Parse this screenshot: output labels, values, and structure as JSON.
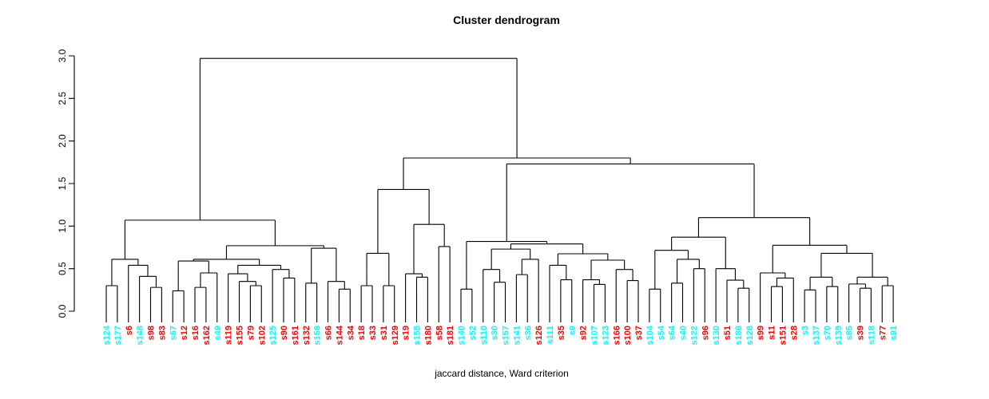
{
  "chart_data": {
    "type": "dendrogram",
    "title": "Cluster dendrogram",
    "xlabel": "jaccard distance, Ward criterion",
    "yaxis": {
      "ticks": [
        "0.0",
        "0.5",
        "1.0",
        "1.5",
        "2.0",
        "2.5",
        "3.0"
      ],
      "range": [
        0.0,
        3.0
      ]
    },
    "grid": false,
    "legend": "none",
    "colors": {
      "cluster_red": "#FF0000",
      "cluster_cyan": "#00FFFF",
      "line": "#000000"
    },
    "leaves": [
      {
        "label": "s124",
        "color": "#00FFFF"
      },
      {
        "label": "s177",
        "color": "#00FFFF"
      },
      {
        "label": "s6",
        "color": "#FF0000"
      },
      {
        "label": "s148",
        "color": "#00FFFF"
      },
      {
        "label": "s98",
        "color": "#FF0000"
      },
      {
        "label": "s83",
        "color": "#FF0000"
      },
      {
        "label": "s67",
        "color": "#00FFFF"
      },
      {
        "label": "s12",
        "color": "#FF0000"
      },
      {
        "label": "s16",
        "color": "#FF0000"
      },
      {
        "label": "s162",
        "color": "#FF0000"
      },
      {
        "label": "s49",
        "color": "#00FFFF"
      },
      {
        "label": "s119",
        "color": "#FF0000"
      },
      {
        "label": "s155",
        "color": "#FF0000"
      },
      {
        "label": "s79",
        "color": "#FF0000"
      },
      {
        "label": "s102",
        "color": "#FF0000"
      },
      {
        "label": "s125",
        "color": "#00FFFF"
      },
      {
        "label": "s90",
        "color": "#FF0000"
      },
      {
        "label": "s161",
        "color": "#FF0000"
      },
      {
        "label": "s132",
        "color": "#FF0000"
      },
      {
        "label": "s159",
        "color": "#00FFFF"
      },
      {
        "label": "s66",
        "color": "#FF0000"
      },
      {
        "label": "s144",
        "color": "#FF0000"
      },
      {
        "label": "s34",
        "color": "#FF0000"
      },
      {
        "label": "s18",
        "color": "#FF0000"
      },
      {
        "label": "s33",
        "color": "#FF0000"
      },
      {
        "label": "s31",
        "color": "#FF0000"
      },
      {
        "label": "s129",
        "color": "#FF0000"
      },
      {
        "label": "s19",
        "color": "#FF0000"
      },
      {
        "label": "s158",
        "color": "#00FFFF"
      },
      {
        "label": "s180",
        "color": "#FF0000"
      },
      {
        "label": "s58",
        "color": "#FF0000"
      },
      {
        "label": "s181",
        "color": "#FF0000"
      },
      {
        "label": "s140",
        "color": "#00FFFF"
      },
      {
        "label": "s52",
        "color": "#00FFFF"
      },
      {
        "label": "s110",
        "color": "#00FFFF"
      },
      {
        "label": "s30",
        "color": "#00FFFF"
      },
      {
        "label": "s157",
        "color": "#00FFFF"
      },
      {
        "label": "s141",
        "color": "#00FFFF"
      },
      {
        "label": "s36",
        "color": "#00FFFF"
      },
      {
        "label": "s126",
        "color": "#FF0000"
      },
      {
        "label": "s111",
        "color": "#00FFFF"
      },
      {
        "label": "s35",
        "color": "#FF0000"
      },
      {
        "label": "s9",
        "color": "#00FFFF"
      },
      {
        "label": "s92",
        "color": "#FF0000"
      },
      {
        "label": "s107",
        "color": "#00FFFF"
      },
      {
        "label": "s123",
        "color": "#00FFFF"
      },
      {
        "label": "s166",
        "color": "#FF0000"
      },
      {
        "label": "s100",
        "color": "#FF0000"
      },
      {
        "label": "s37",
        "color": "#FF0000"
      },
      {
        "label": "s104",
        "color": "#00FFFF"
      },
      {
        "label": "s54",
        "color": "#00FFFF"
      },
      {
        "label": "s64",
        "color": "#00FFFF"
      },
      {
        "label": "s40",
        "color": "#00FFFF"
      },
      {
        "label": "s122",
        "color": "#00FFFF"
      },
      {
        "label": "s96",
        "color": "#FF0000"
      },
      {
        "label": "s130",
        "color": "#00FFFF"
      },
      {
        "label": "s51",
        "color": "#FF0000"
      },
      {
        "label": "s188",
        "color": "#00FFFF"
      },
      {
        "label": "s128",
        "color": "#00FFFF"
      },
      {
        "label": "s99",
        "color": "#FF0000"
      },
      {
        "label": "s11",
        "color": "#FF0000"
      },
      {
        "label": "s151",
        "color": "#FF0000"
      },
      {
        "label": "s28",
        "color": "#FF0000"
      },
      {
        "label": "s3",
        "color": "#00FFFF"
      },
      {
        "label": "s137",
        "color": "#00FFFF"
      },
      {
        "label": "s70",
        "color": "#00FFFF"
      },
      {
        "label": "s139",
        "color": "#00FFFF"
      },
      {
        "label": "s85",
        "color": "#00FFFF"
      },
      {
        "label": "s39",
        "color": "#FF0000"
      },
      {
        "label": "s118",
        "color": "#00FFFF"
      },
      {
        "label": "s77",
        "color": "#FF0000"
      },
      {
        "label": "s91",
        "color": "#00FFFF"
      }
    ],
    "tree": {
      "h": 2.97,
      "c": [
        {
          "h": 1.07,
          "c": [
            {
              "h": 0.61,
              "c": [
                {
                  "h": 0.3,
                  "c": [
                    "s124",
                    "s177"
                  ]
                },
                {
                  "h": 0.54,
                  "c": [
                    "s6",
                    {
                      "h": 0.41,
                      "c": [
                        "s148",
                        {
                          "h": 0.28,
                          "c": [
                            "s98",
                            "s83"
                          ]
                        }
                      ]
                    }
                  ]
                }
              ]
            },
            {
              "h": 0.77,
              "c": [
                {
                  "h": 0.61,
                  "c": [
                    {
                      "h": 0.59,
                      "c": [
                        {
                          "h": 0.24,
                          "c": [
                            "s67",
                            "s12"
                          ]
                        },
                        {
                          "h": 0.45,
                          "c": [
                            {
                              "h": 0.28,
                              "c": [
                                "s16",
                                "s162"
                              ]
                            },
                            "s49"
                          ]
                        }
                      ]
                    },
                    {
                      "h": 0.54,
                      "c": [
                        {
                          "h": 0.44,
                          "c": [
                            "s119",
                            {
                              "h": 0.35,
                              "c": [
                                "s155",
                                {
                                  "h": 0.3,
                                  "c": [
                                    "s79",
                                    "s102"
                                  ]
                                }
                              ]
                            }
                          ]
                        },
                        {
                          "h": 0.49,
                          "c": [
                            "s125",
                            {
                              "h": 0.39,
                              "c": [
                                "s90",
                                "s161"
                              ]
                            }
                          ]
                        }
                      ]
                    }
                  ]
                },
                {
                  "h": 0.74,
                  "c": [
                    {
                      "h": 0.33,
                      "c": [
                        "s132",
                        "s159"
                      ]
                    },
                    {
                      "h": 0.35,
                      "c": [
                        "s66",
                        {
                          "h": 0.26,
                          "c": [
                            "s144",
                            "s34"
                          ]
                        }
                      ]
                    }
                  ]
                }
              ]
            }
          ]
        },
        {
          "h": 1.8,
          "c": [
            {
              "h": 1.43,
              "c": [
                {
                  "h": 0.68,
                  "c": [
                    {
                      "h": 0.3,
                      "c": [
                        "s18",
                        "s33"
                      ]
                    },
                    {
                      "h": 0.3,
                      "c": [
                        "s31",
                        "s129"
                      ]
                    }
                  ]
                },
                {
                  "h": 1.02,
                  "c": [
                    {
                      "h": 0.44,
                      "c": [
                        "s19",
                        {
                          "h": 0.4,
                          "c": [
                            "s158",
                            "s180"
                          ]
                        }
                      ]
                    },
                    {
                      "h": 0.76,
                      "c": [
                        "s58",
                        "s181"
                      ]
                    }
                  ]
                }
              ]
            },
            {
              "h": 1.73,
              "c": [
                {
                  "h": 0.82,
                  "c": [
                    {
                      "h": 0.26,
                      "c": [
                        "s140",
                        "s52"
                      ]
                    },
                    {
                      "h": 0.79,
                      "c": [
                        {
                          "h": 0.73,
                          "c": [
                            {
                              "h": 0.49,
                              "c": [
                                "s110",
                                {
                                  "h": 0.34,
                                  "c": [
                                    "s30",
                                    "s157"
                                  ]
                                }
                              ]
                            },
                            {
                              "h": 0.61,
                              "c": [
                                {
                                  "h": 0.43,
                                  "c": [
                                    "s141",
                                    "s36"
                                  ]
                                },
                                "s126"
                              ]
                            }
                          ]
                        },
                        {
                          "h": 0.675,
                          "c": [
                            {
                              "h": 0.54,
                              "c": [
                                "s111",
                                {
                                  "h": 0.37,
                                  "c": [
                                    "s35",
                                    "s9"
                                  ]
                                }
                              ]
                            },
                            {
                              "h": 0.6,
                              "c": [
                                {
                                  "h": 0.37,
                                  "c": [
                                    "s92",
                                    {
                                      "h": 0.315,
                                      "c": [
                                        "s107",
                                        "s123"
                                      ]
                                    }
                                  ]
                                },
                                {
                                  "h": 0.49,
                                  "c": [
                                    "s166",
                                    {
                                      "h": 0.36,
                                      "c": [
                                        "s100",
                                        "s37"
                                      ]
                                    }
                                  ]
                                }
                              ]
                            }
                          ]
                        }
                      ]
                    }
                  ]
                },
                {
                  "h": 1.1,
                  "c": [
                    {
                      "h": 0.87,
                      "c": [
                        {
                          "h": 0.715,
                          "c": [
                            {
                              "h": 0.26,
                              "c": [
                                "s104",
                                "s54"
                              ]
                            },
                            {
                              "h": 0.61,
                              "c": [
                                {
                                  "h": 0.33,
                                  "c": [
                                    "s64",
                                    "s40"
                                  ]
                                },
                                {
                                  "h": 0.5,
                                  "c": [
                                    "s122",
                                    "s96"
                                  ]
                                }
                              ]
                            }
                          ]
                        },
                        {
                          "h": 0.5,
                          "c": [
                            "s130",
                            {
                              "h": 0.365,
                              "c": [
                                "s51",
                                {
                                  "h": 0.27,
                                  "c": [
                                    "s188",
                                    "s128"
                                  ]
                                }
                              ]
                            }
                          ]
                        }
                      ]
                    },
                    {
                      "h": 0.775,
                      "c": [
                        {
                          "h": 0.45,
                          "c": [
                            "s99",
                            {
                              "h": 0.39,
                              "c": [
                                {
                                  "h": 0.29,
                                  "c": [
                                    "s11",
                                    "s151"
                                  ]
                                },
                                "s28"
                              ]
                            }
                          ]
                        },
                        {
                          "h": 0.68,
                          "c": [
                            {
                              "h": 0.4,
                              "c": [
                                {
                                  "h": 0.25,
                                  "c": [
                                    "s3",
                                    "s137"
                                  ]
                                },
                                {
                                  "h": 0.29,
                                  "c": [
                                    "s70",
                                    "s139"
                                  ]
                                }
                              ]
                            },
                            {
                              "h": 0.4,
                              "c": [
                                {
                                  "h": 0.32,
                                  "c": [
                                    "s85",
                                    {
                                      "h": 0.27,
                                      "c": [
                                        "s39",
                                        "s118"
                                      ]
                                    }
                                  ]
                                },
                                {
                                  "h": 0.3,
                                  "c": [
                                    "s77",
                                    "s91"
                                  ]
                                }
                              ]
                            }
                          ]
                        }
                      ]
                    }
                  ]
                }
              ]
            }
          ]
        }
      ]
    }
  }
}
